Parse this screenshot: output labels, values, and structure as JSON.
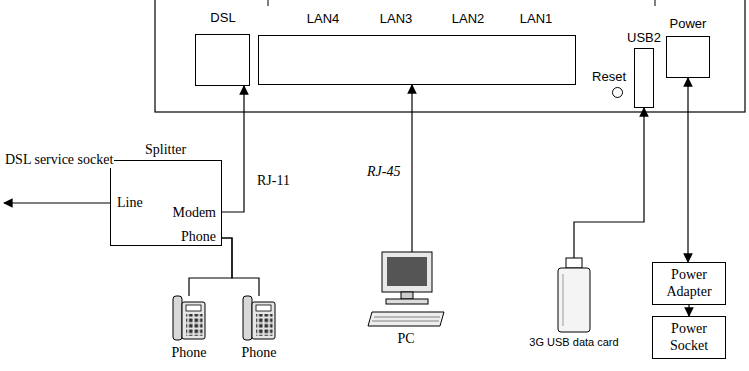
{
  "diagram": {
    "nodes": [
      {
        "text": [
          "DSL"
        ]
      },
      {
        "text": [
          "LAN4",
          "LAN3",
          "LAN2",
          "LAN1"
        ]
      },
      {
        "text": [
          "Reset"
        ]
      },
      {
        "text": [
          "USB2"
        ]
      },
      {
        "text": [
          "Power"
        ]
      },
      {
        "text": [
          "Splitter",
          "Line",
          "Modem",
          "Phone"
        ]
      },
      {
        "text": [
          "Phone"
        ]
      },
      {
        "text": [
          "Phone"
        ]
      },
      {
        "text": [
          "PC"
        ]
      },
      {
        "text": [
          "3G USB data card"
        ]
      },
      {
        "text": [
          "Power Adapter"
        ]
      },
      {
        "text": [
          "Power Socket"
        ]
      }
    ],
    "edges": [
      {
        "from": 5,
        "to": 0,
        "arrow": "to",
        "label": "RJ-11"
      },
      {
        "from": 8,
        "to": 1,
        "arrow": "to",
        "label": "RJ-45"
      },
      {
        "from": 9,
        "to": 3,
        "arrow": "to"
      },
      {
        "from": 10,
        "to": 4,
        "arrow": "both"
      },
      {
        "from": 10,
        "to": 11,
        "arrow": "to"
      },
      {
        "from": 5,
        "to": 6,
        "arrow": "none"
      },
      {
        "from": 5,
        "to": 7,
        "arrow": "none"
      }
    ],
    "labels": [
      "DSL service socket"
    ]
  }
}
